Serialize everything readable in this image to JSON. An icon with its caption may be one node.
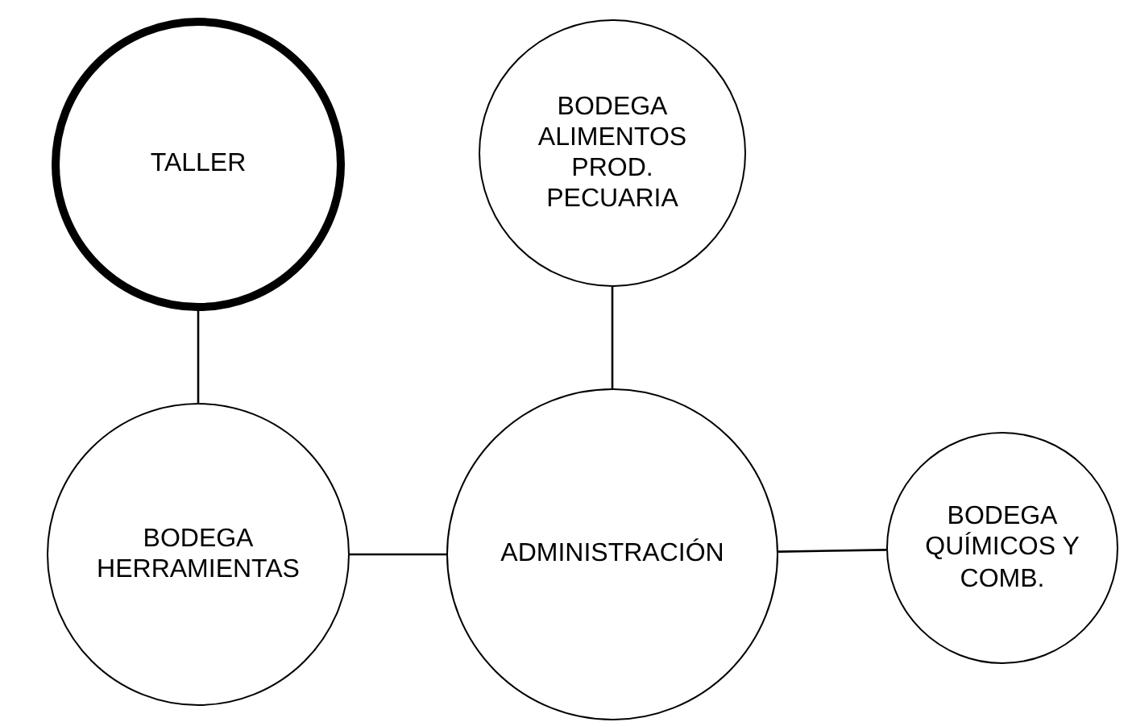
{
  "diagram": {
    "nodes": [
      {
        "text": [
          "TALLER"
        ]
      },
      {
        "text": [
          "BODEGA ALIMENTOS PROD. PECUARIA"
        ]
      },
      {
        "text": [
          "BODEGA HERRAMIENTAS"
        ]
      },
      {
        "text": [
          "ADMINISTRACIÓN"
        ]
      },
      {
        "text": [
          "BODEGA QUÍMICOS Y COMB."
        ]
      }
    ],
    "edges": [
      {
        "from": 0,
        "to": 2,
        "arrow": "none"
      },
      {
        "from": 1,
        "to": 3,
        "arrow": "none"
      },
      {
        "from": 2,
        "to": 3,
        "arrow": "none"
      },
      {
        "from": 3,
        "to": 4,
        "arrow": "none"
      }
    ]
  }
}
